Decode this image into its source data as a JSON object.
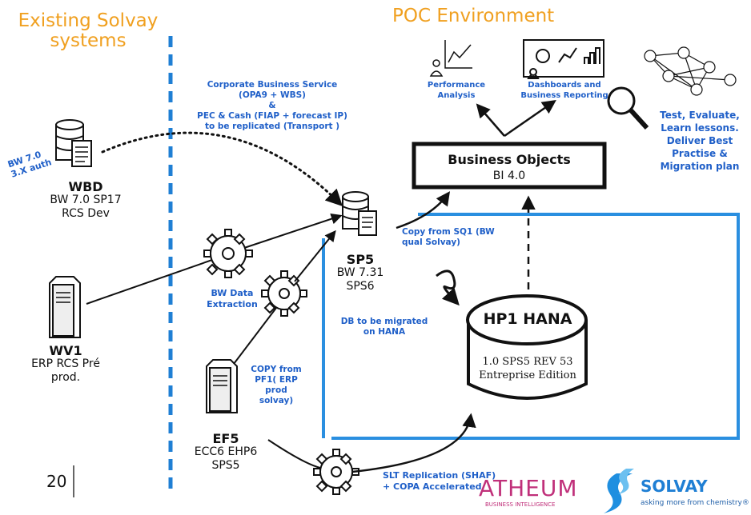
{
  "headings": {
    "left": "Existing Solvay systems",
    "left_line1": "Existing Solvay",
    "left_line2": "systems",
    "right": "POC Environment"
  },
  "servers": {
    "wbd": {
      "name": "WBD",
      "line1": "BW 7.0 SP17",
      "line2": "RCS Dev",
      "side_note_line1": "BW 7.0",
      "side_note_line2": "3.X auth"
    },
    "wv1": {
      "name": "WV1",
      "line1": "ERP RCS Pré",
      "line2": "prod."
    },
    "sp5": {
      "name": "SP5",
      "line1": "BW 7.31",
      "line2": "SPS6"
    },
    "ef5": {
      "name": "EF5",
      "line1": "ECC6 EHP6",
      "line2": "SPS5"
    }
  },
  "notes": {
    "corporate_line1": "Corporate Business Service",
    "corporate_line2": "(OPA9 + WBS)",
    "corporate_line3": "&",
    "corporate_line4": "PEC & Cash (FIAP + forecast IP)",
    "corporate_line5": "to be replicated (Transport )",
    "bw_extraction_line1": "BW Data",
    "bw_extraction_line2": "Extraction",
    "copy_sq1_line1": "Copy from SQ1 (BW",
    "copy_sq1_line2": "qual Solvay)",
    "db_migrated_line1": "DB to be migrated",
    "db_migrated_line2": "on HANA",
    "copy_pf1_line1": "COPY from",
    "copy_pf1_line2": "PF1( ERP",
    "copy_pf1_line3": "prod",
    "copy_pf1_line4": "solvay)",
    "slt_line1": "SLT Replication (SHAF)",
    "slt_line2": "+ COPA Accelerated"
  },
  "business_objects": {
    "title": "Business Objects",
    "subtitle": "BI 4.0"
  },
  "hana": {
    "title": "HP1 HANA",
    "line1": "1.0 SPS5 REV 53",
    "line2": "Entreprise Edition"
  },
  "poc_items": {
    "performance_line1": "Performance",
    "performance_line2": "Analysis",
    "dashboards_line1": "Dashboards and",
    "dashboards_line2": "Business Reporting",
    "test_line1": "Test, Evaluate,",
    "test_line2": "Learn lessons.",
    "test_line3": "Deliver Best",
    "test_line4": "Practise &",
    "test_line5": "Migration plan"
  },
  "footer": {
    "page_number": "20",
    "partner_logo": "ATHEUM",
    "partner_tagline": "BUSINESS INTELLIGENCE",
    "brand": "SOLVAY",
    "brand_tagline": "asking more from chemistry®"
  },
  "colors": {
    "heading": "#f0a020",
    "accent_blue": "#1f7fd4",
    "note_blue": "#1f5fc8",
    "ink": "#111111"
  }
}
